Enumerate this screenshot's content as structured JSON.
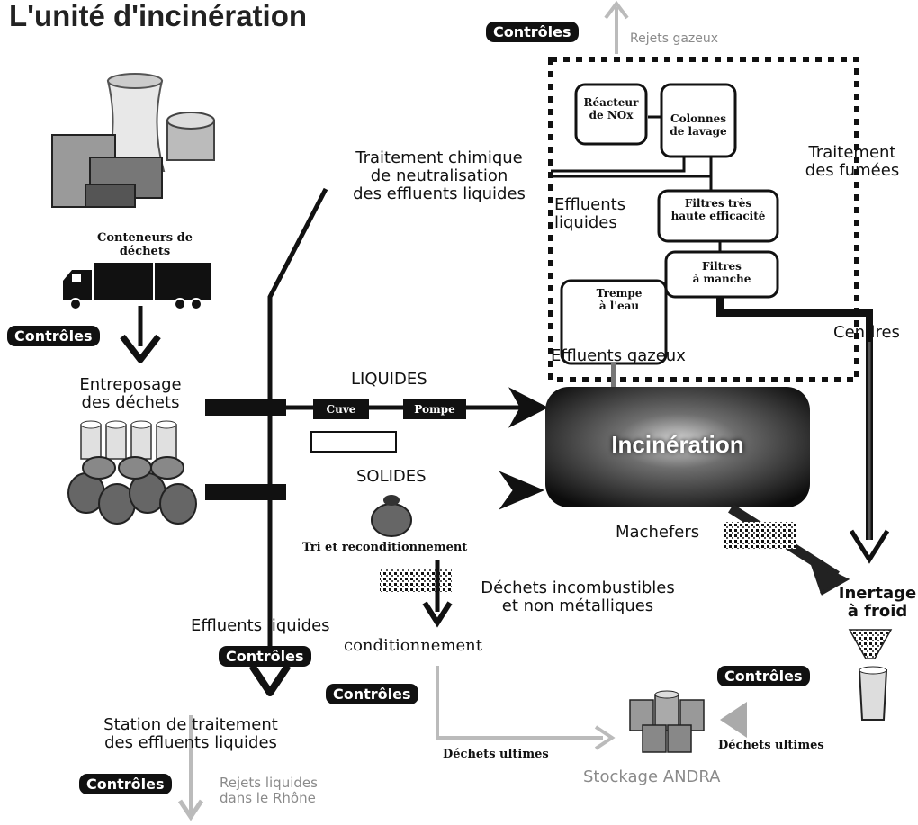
{
  "title": "L'unité d'incinération",
  "controls_label": "Contrôles",
  "labels": {
    "rejets_gazeux": "Rejets gazeux",
    "reacteur": "Réacteur\nde NOx",
    "colonnes": "Colonnes\nde lavage",
    "traitement_fumees": "Traitement\ndes fumées",
    "traitement_chimique": "Traitement chimique\nde neutralisation\ndes effluents liquides",
    "effluents_liquides_top": "Effluents\nliquides",
    "filtres_tres": "Filtres très\nhaute efficacité",
    "filtres_manche": "Filtres\nà manche",
    "trempe": "Trempe\nà l'eau",
    "cendres": "Cendres",
    "effluents_gazeux": "Effluents gazeux",
    "conteneurs": "Conteneurs de\ndéchets",
    "entreposage": "Entreposage\ndes déchets",
    "liquides": "LIQUIDES",
    "cuve": "Cuve",
    "pompe": "Pompe",
    "solides": "SOLIDES",
    "incineration": "Incinération",
    "tri": "Tri et reconditionnement",
    "machefers": "Machefers",
    "dechets_incombustibles": "Déchets incombustibles\net non métalliques",
    "inertage": "Inertage\nà froid",
    "effluents_liquides_bottom": "Effluents liquides",
    "conditionnement": "conditionnement",
    "station": "Station de traitement\ndes effluents liquides",
    "dechets_ultimes_left": "Déchets ultimes",
    "dechets_ultimes_right": "Déchets ultimes",
    "stockage": "Stockage ANDRA",
    "rejets_liquides": "Rejets liquides\ndans le Rhône"
  }
}
